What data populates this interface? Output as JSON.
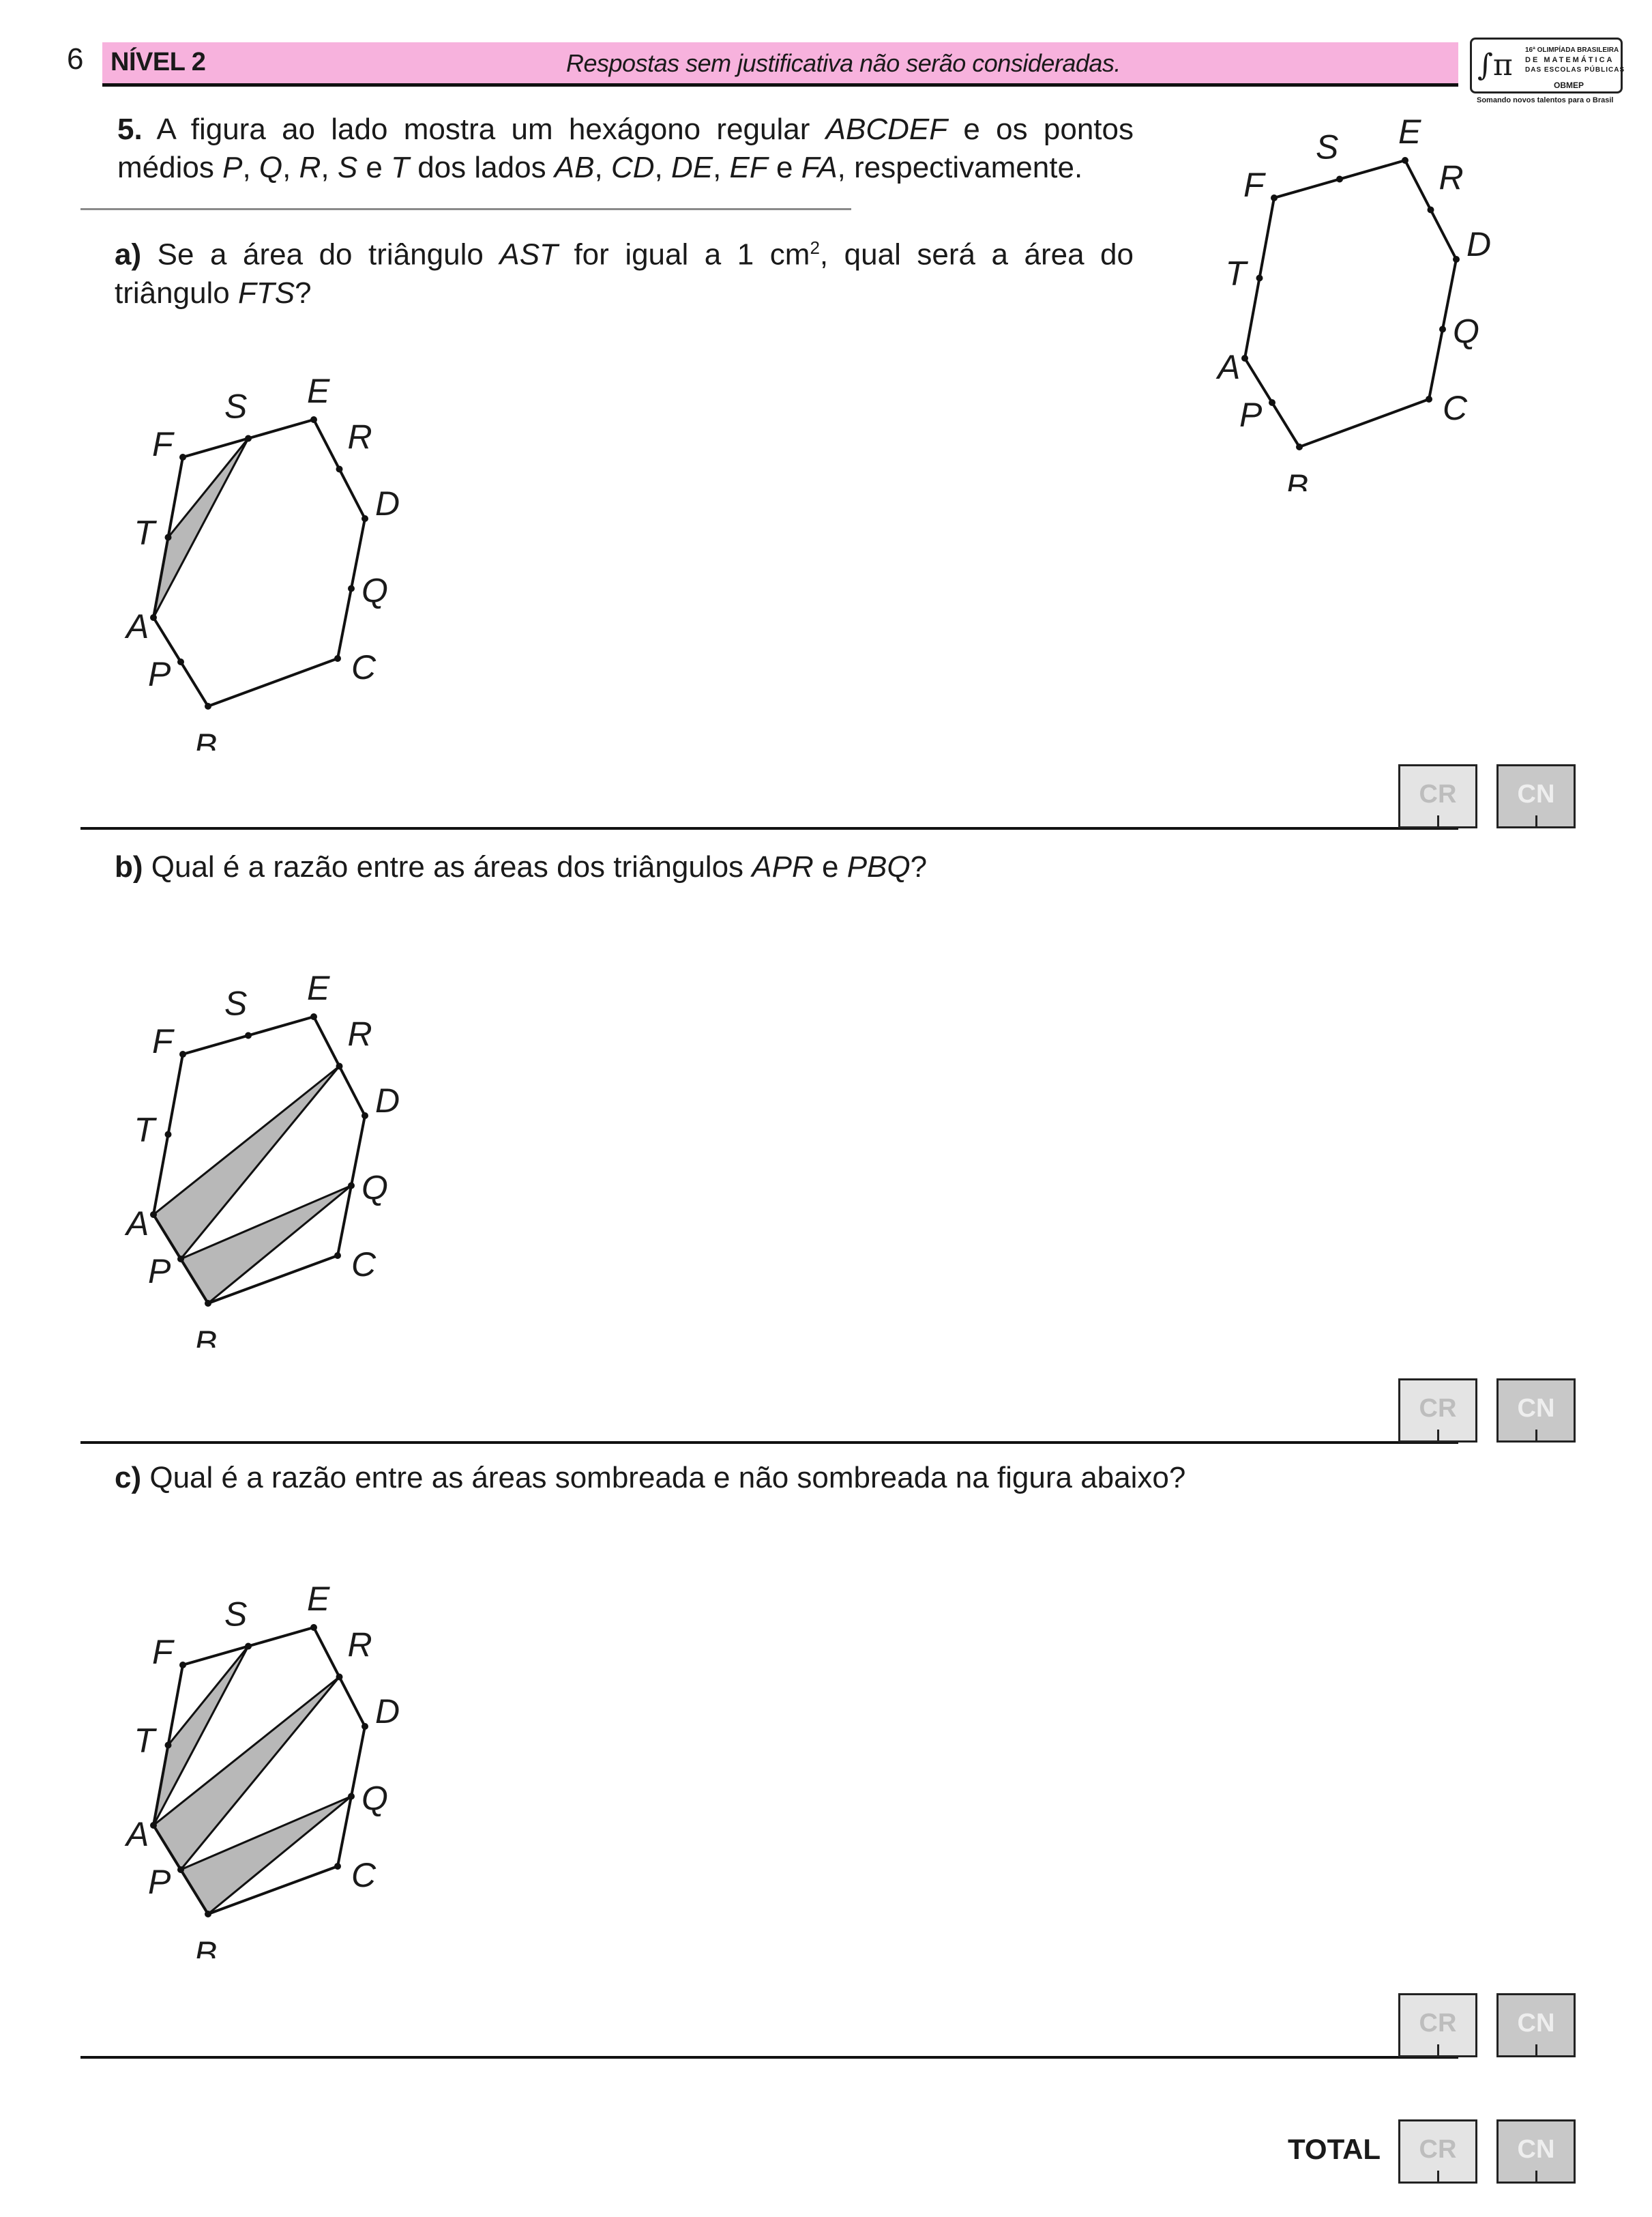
{
  "header": {
    "page_number": "6",
    "level": "NÍVEL 2",
    "note": "Respostas sem justificativa não serão consideradas.",
    "logo": {
      "line1": "16ª OLIMPÍADA BRASILEIRA",
      "line2": "DE MATEMÁTICA",
      "line3": "DAS ESCOLAS PÚBLICAS",
      "line4": "OBMEP",
      "tagline": "Somando novos talentos para o Brasil"
    }
  },
  "question": {
    "number": "5.",
    "stem_1": "A figura ao lado mostra um hexágono regular ",
    "stem_hex": "ABCDEF",
    "stem_2": " e os pontos médios ",
    "stem_pts": [
      "P",
      "Q",
      "R",
      "S",
      "T"
    ],
    "stem_3": " dos lados ",
    "stem_sides": [
      "AB",
      "CD",
      "DE",
      "EF",
      "FA"
    ],
    "stem_4": ", respectivamente.",
    "a_label": "a)",
    "a_text_1": "Se a área do triângulo ",
    "a_tri": "AST",
    "a_text_2": " for igual a 1 cm",
    "a_sup": "2",
    "a_text_3": ", qual será a área do triângulo ",
    "a_tri2": "FTS",
    "a_text_4": "?",
    "b_label": "b)",
    "b_text_1": "Qual é a razão entre as áreas dos triângulos ",
    "b_tri1": "APR",
    "b_text_2": " e ",
    "b_tri2": "PBQ",
    "b_text_3": "?",
    "c_label": "c)",
    "c_text": "Qual é a razão entre as áreas sombreada e não sombreada na figura abaixo?"
  },
  "figure_labels": {
    "A": "A",
    "B": "B",
    "C": "C",
    "D": "D",
    "E": "E",
    "F": "F",
    "P": "P",
    "Q": "Q",
    "R": "R",
    "S": "S",
    "T": "T"
  },
  "scores": {
    "cr": "CR",
    "cn": "CN",
    "total": "TOTAL"
  },
  "colors": {
    "header_pink": "#f7b2dd",
    "shade": "#b8b8b8"
  }
}
